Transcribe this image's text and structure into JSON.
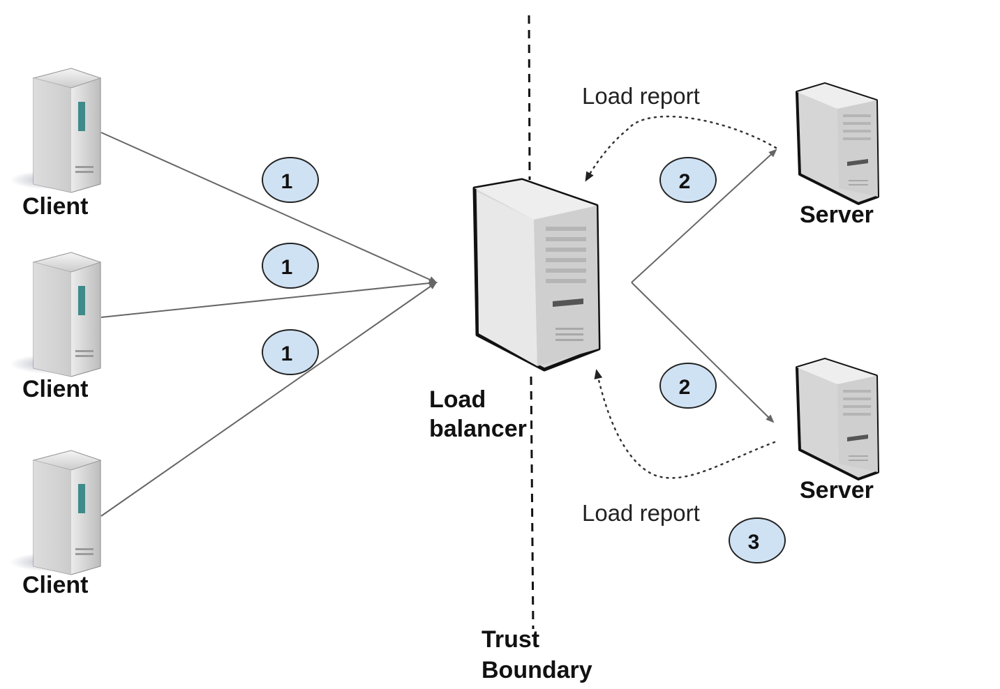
{
  "diagram": {
    "clients": [
      {
        "label": "Client",
        "icon": "client-tower-icon"
      },
      {
        "label": "Client",
        "icon": "client-tower-icon"
      },
      {
        "label": "Client",
        "icon": "client-tower-icon"
      }
    ],
    "load_balancer": {
      "label_line1": "Load",
      "label_line2": "balancer",
      "icon": "server-tower-icon"
    },
    "servers": [
      {
        "label": "Server",
        "icon": "server-tower-icon"
      },
      {
        "label": "Server",
        "icon": "server-tower-icon"
      }
    ],
    "load_reports": [
      {
        "label": "Load report"
      },
      {
        "label": "Load report"
      }
    ],
    "steps": [
      {
        "num": "1"
      },
      {
        "num": "1"
      },
      {
        "num": "1"
      },
      {
        "num": "2"
      },
      {
        "num": "2"
      },
      {
        "num": "3"
      }
    ],
    "trust_boundary": {
      "line1": "Trust",
      "line2": "Boundary"
    },
    "colors": {
      "step_fill": "#cfe2f3",
      "arrow": "#666666",
      "server_body": "#d9d9d9",
      "client_accent": "#3f8a8a"
    }
  }
}
